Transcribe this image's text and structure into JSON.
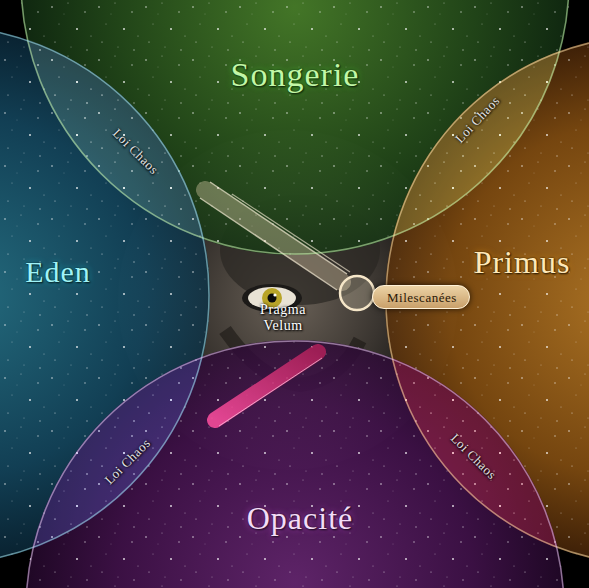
{
  "diagram": {
    "nodes": [
      {
        "text": [
          "Songerie"
        ]
      },
      {
        "text": [
          "Eden"
        ]
      },
      {
        "text": [
          "Primus"
        ]
      },
      {
        "text": [
          "Milescanées"
        ]
      },
      {
        "text": [
          "Opacité"
        ]
      }
    ],
    "labels": [
      "Loi Chaos",
      "Loi Chaos",
      "Pragma Velum",
      "Loi Chaos",
      "Loi Chaos"
    ]
  }
}
